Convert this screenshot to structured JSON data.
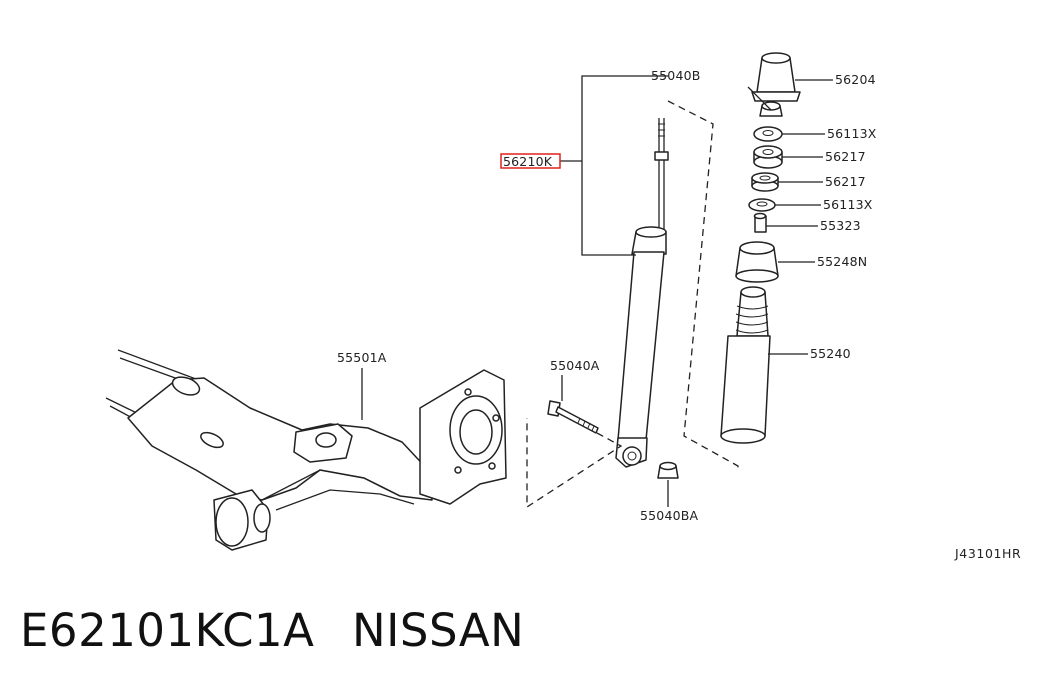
{
  "diagram": {
    "labels": {
      "p55040B": "55040B",
      "p56210K": "56210K",
      "p56204": "56204",
      "p56113X_a": "56113X",
      "p56217_a": "56217",
      "p56217_b": "56217",
      "p56113X_b": "56113X",
      "p55323": "55323",
      "p55248N": "55248N",
      "p55240": "55240",
      "p55501A": "55501A",
      "p55040A": "55040A",
      "p55040BA": "55040BA"
    },
    "reference_code": "J43101HR",
    "highlight_color": "#e0201c"
  },
  "footer": {
    "part_number": "E62101KC1A",
    "brand": "NISSAN"
  }
}
